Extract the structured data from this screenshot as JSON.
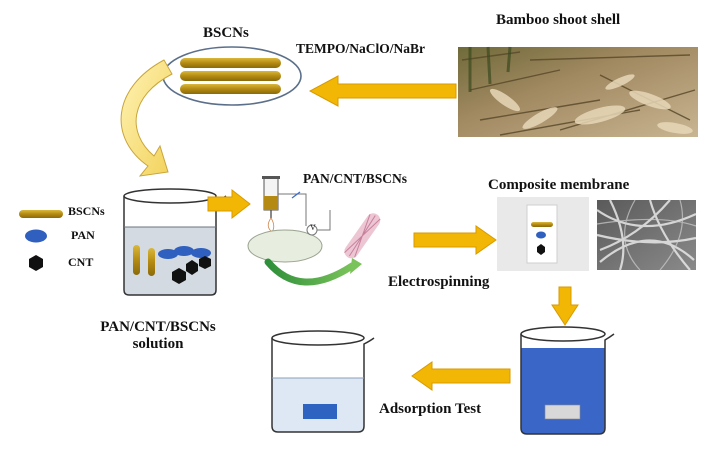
{
  "labels": {
    "bamboo_source": "Bamboo shoot shell",
    "reagent": "TEMPO/NaClO/NaBr",
    "product": "BSCNs",
    "legend_bscns": "BSCNs",
    "legend_pan": "PAN",
    "legend_cnt": "CNT",
    "electrospin_solution": "PAN/CNT/BSCNs",
    "composite": "Composite membrane",
    "electrospinning": "Electrospinning",
    "solution_line1": "PAN/CNT/BSCNs",
    "solution_line2": "solution",
    "adsorption": "Adsorption Test",
    "voltage_symbol": "V"
  },
  "colors": {
    "arrow": "#f2b705",
    "arrow_stroke": "#d99a00",
    "nanofiber": "#b48a12",
    "pan": "#2f5fbf",
    "cnt": "#111111",
    "solution": "#d3dae2",
    "blue_solution": "#3a66c8",
    "light_solution": "#dde8f4",
    "membrane_blue": "#2f63c2"
  },
  "icons": {
    "bamboo_photo": "bamboo-shell-photo",
    "sem_image": "sem-fiber-image",
    "electrospinning_setup": "electrospinning-apparatus-icon"
  }
}
